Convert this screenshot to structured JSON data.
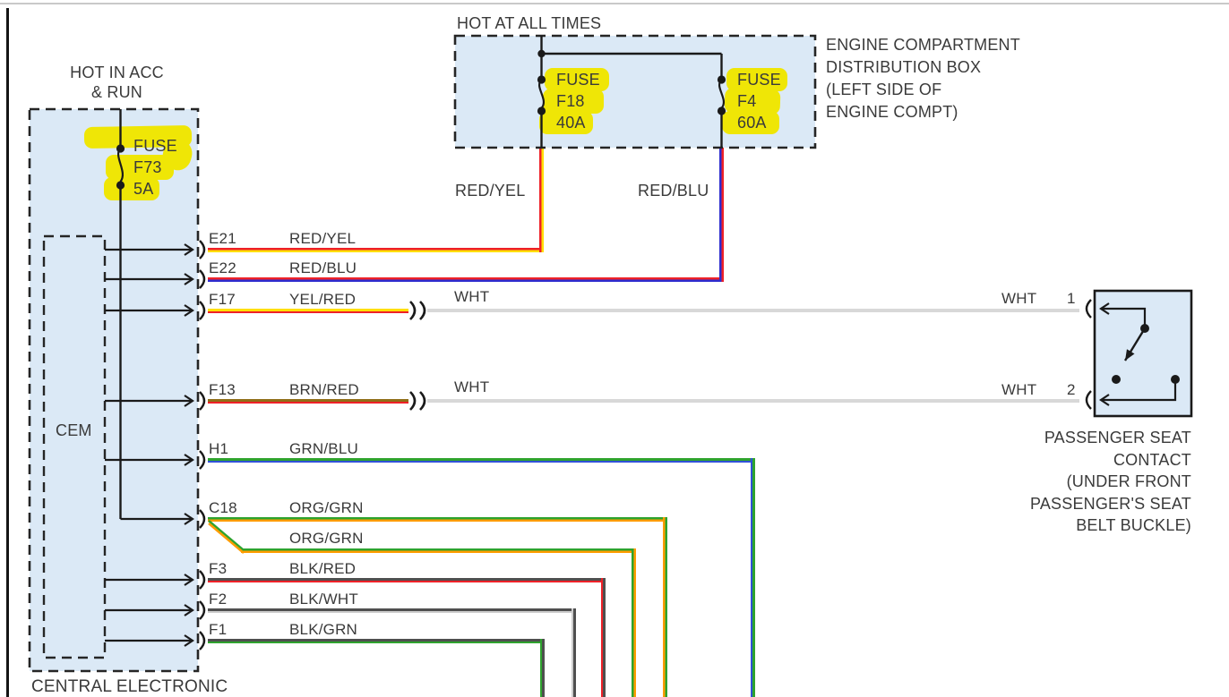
{
  "left_power_box": {
    "title_line1": "HOT IN ACC",
    "title_line2": "& RUN",
    "fuse": {
      "label": "FUSE",
      "id": "F73",
      "rating": "5A"
    },
    "module_label": "CEM",
    "module_caption": "CENTRAL ELECTRONIC"
  },
  "top_power_box": {
    "title": "HOT AT ALL TIMES",
    "fuse_left": {
      "label": "FUSE",
      "id": "F18",
      "rating": "40A"
    },
    "fuse_right": {
      "label": "FUSE",
      "id": "F4",
      "rating": "60A"
    },
    "caption_lines": [
      "ENGINE COMPARTMENT",
      "DISTRIBUTION BOX",
      "(LEFT SIDE OF",
      "ENGINE COMPT)"
    ],
    "feed_left_color": "RED/YEL",
    "feed_right_color": "RED/BLU"
  },
  "cem_pins": [
    {
      "pin": "E21",
      "wire_color": "RED/YEL"
    },
    {
      "pin": "E22",
      "wire_color": "RED/BLU"
    },
    {
      "pin": "F17",
      "wire_color": "YEL/RED",
      "splice_color": "WHT"
    },
    {
      "pin": "F13",
      "wire_color": "BRN/RED",
      "splice_color": "WHT"
    },
    {
      "pin": "H1",
      "wire_color": "GRN/BLU"
    },
    {
      "pin": "C18",
      "wire_color": "ORG/GRN",
      "branch_color": "ORG/GRN"
    },
    {
      "pin": "F3",
      "wire_color": "BLK/RED"
    },
    {
      "pin": "F2",
      "wire_color": "BLK/WHT"
    },
    {
      "pin": "F1",
      "wire_color": "BLK/GRN"
    }
  ],
  "seat_contact": {
    "pin1_wire": "WHT",
    "pin1_number": "1",
    "pin2_wire": "WHT",
    "pin2_number": "2",
    "caption_lines": [
      "PASSENGER SEAT",
      "CONTACT",
      "(UNDER FRONT",
      "PASSENGER'S SEAT",
      "BELT BUCKLE)"
    ]
  },
  "palette": {
    "highlight_yellow": "#efe606",
    "box_fill_blue": "#dbe9f6",
    "wire_red": "#ee2128",
    "wire_yellow": "#ffdf00",
    "wire_blue_dark": "#2d2dcf",
    "wire_blue_medium": "#3050d8",
    "wire_green": "#2ea32e",
    "wire_orange": "#ff9c00",
    "wire_brown": "#8f6e17",
    "wire_black": "#4f4f4f",
    "wire_white": "#d8d8d8",
    "wire_white_stripe": "#cccccc",
    "line_black": "#1a1a1a"
  }
}
